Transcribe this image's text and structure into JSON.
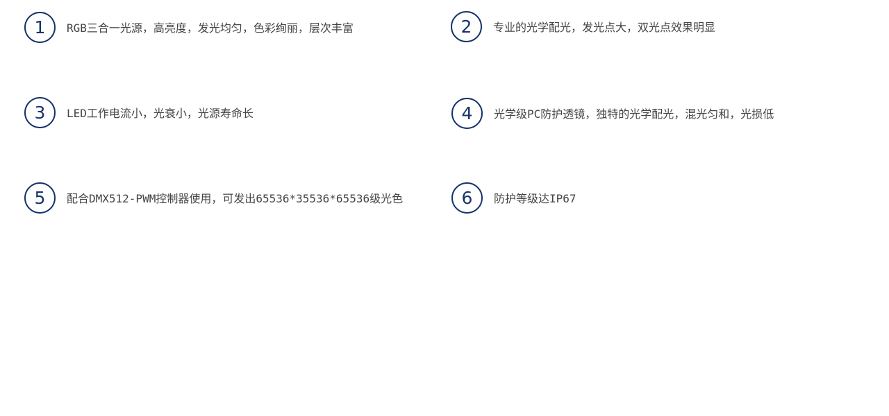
{
  "colors": {
    "badge": "#16336b",
    "text": "#444444",
    "background": "#ffffff"
  },
  "features": [
    {
      "number": "1",
      "text": "RGB三合一光源，高亮度，发光均匀，色彩绚丽，层次丰富"
    },
    {
      "number": "2",
      "text": "专业的光学配光，发光点大，双光点效果明显"
    },
    {
      "number": "3",
      "text": "LED工作电流小，光衰小，光源寿命长"
    },
    {
      "number": "4",
      "text": "光学级PC防护透镜，独特的光学配光，混光匀和，光损低"
    },
    {
      "number": "5",
      "text": "配合DMX512-PWM控制器使用，可发出65536*35536*65536级光色"
    },
    {
      "number": "6",
      "text": "防护等级达IP67"
    }
  ]
}
